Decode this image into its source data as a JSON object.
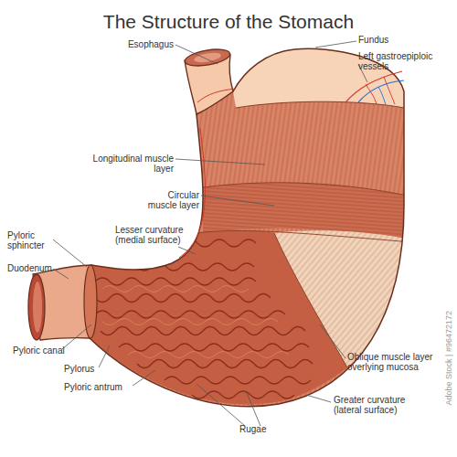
{
  "diagram": {
    "title": "The Structure of the Stomach",
    "labels": [
      "Fundus",
      "Esophagus",
      "Left gastroepiploic vessels",
      "Longitudinal muscle layer",
      "Circular muscle layer",
      "Lesser curvature (medial surface)",
      "Pyloric sphincter",
      "Duodenum",
      "Oblique muscle layer overlying mucosa",
      "Greater curvature (lateral surface)",
      "Pyloric canal",
      "Pylorus",
      "Pyloric antrum",
      "Rugae",
      "Adobe Stock | #96472172"
    ]
  }
}
